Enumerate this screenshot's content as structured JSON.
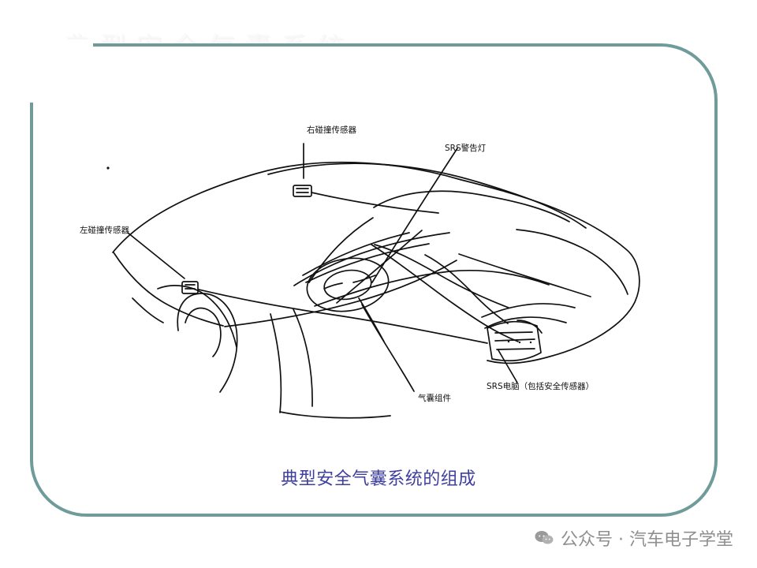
{
  "slide": {
    "faint_title": "典型安全气囊系统",
    "caption": "典型安全气囊系统的组成"
  },
  "diagram": {
    "labels": {
      "right_sensor": "右碰撞传感器",
      "left_sensor": "左碰撞传感器",
      "srs_warning_light": "SRS警告灯",
      "airbag_module": "气囊组件",
      "srs_ecu": "SRS电脑（包括安全传感器）"
    }
  },
  "watermark": {
    "text": "公众号 · 汽车电子学堂",
    "icon": "wechat-icon"
  },
  "colors": {
    "frame": "#6f9c9a",
    "caption": "#3f3f9f",
    "watermark": "#8f8f8f"
  }
}
